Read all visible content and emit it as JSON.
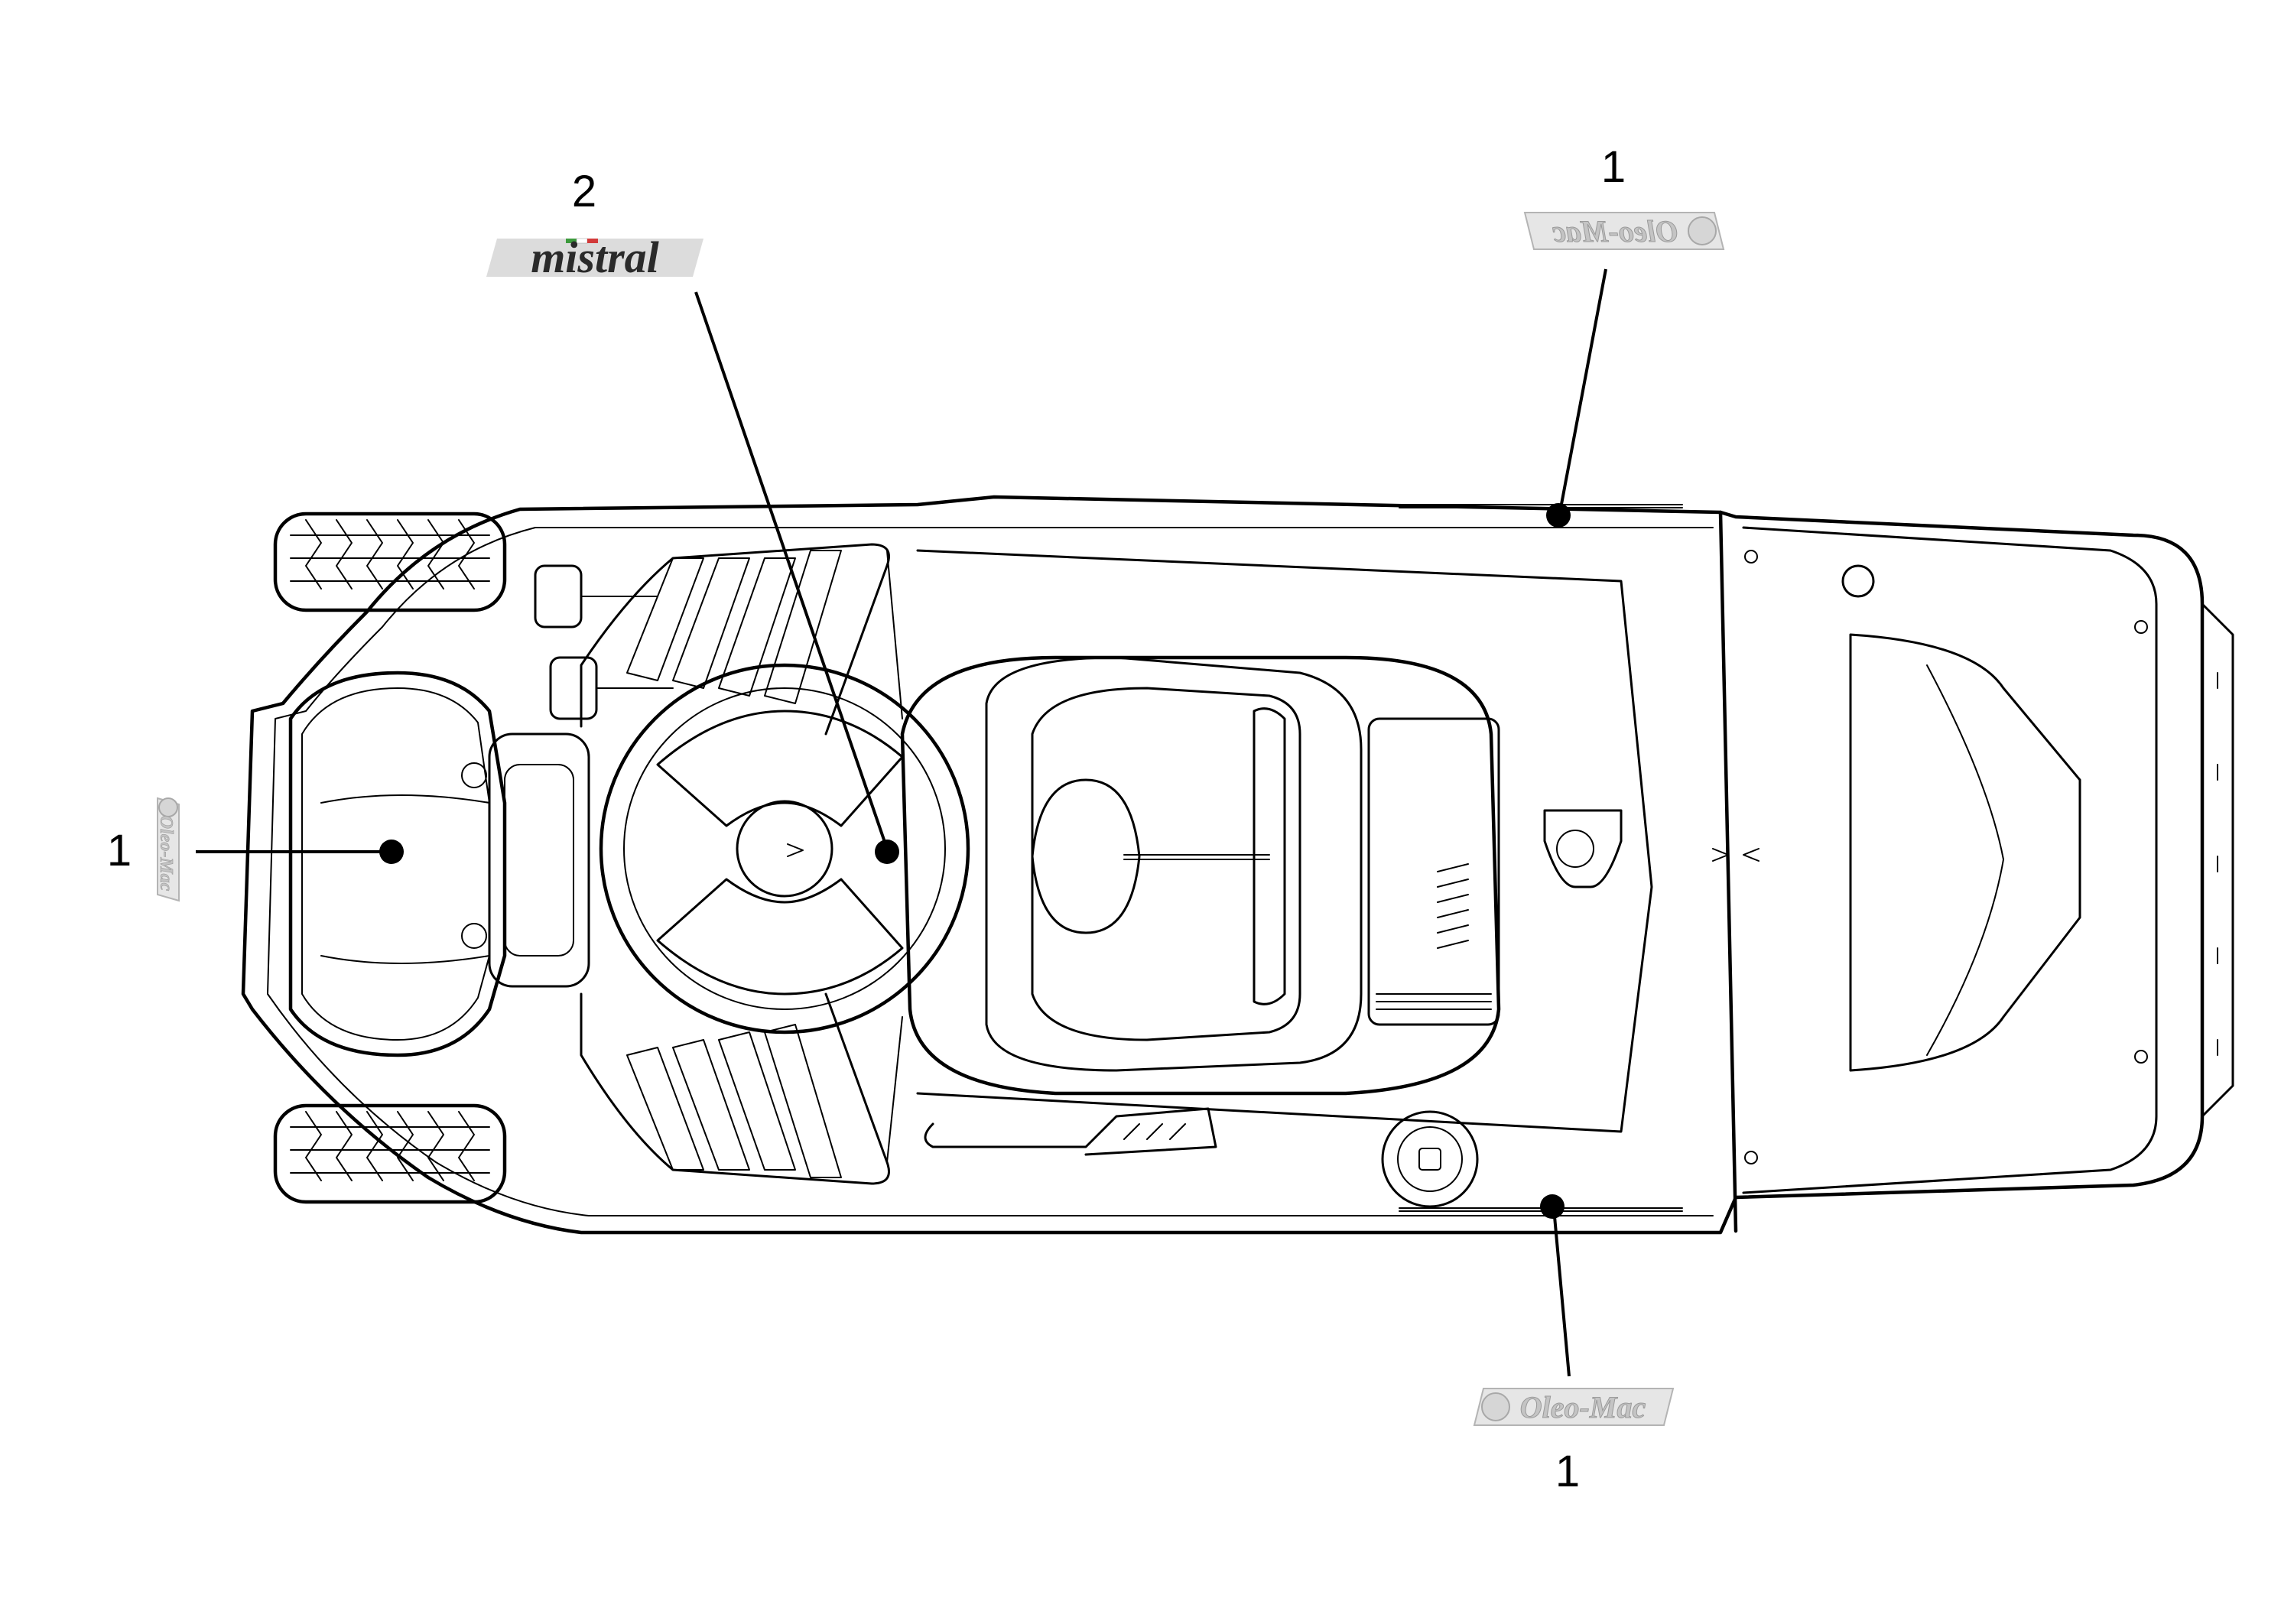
{
  "callouts": [
    {
      "id": "c1-top",
      "number": "1",
      "decal": "Oleo-Mac"
    },
    {
      "id": "c2",
      "number": "2",
      "decal": "mistral"
    },
    {
      "id": "c1-left",
      "number": "1",
      "decal": "Oleo-Mac"
    },
    {
      "id": "c1-bottom",
      "number": "1",
      "decal": "Oleo-Mac"
    }
  ],
  "decals": {
    "oleo_mac": "Oleo-Mac",
    "mistral": "mistral"
  },
  "colors": {
    "line": "#000000",
    "decal_fill": "#e6e6e6",
    "mistral_fill": "#2a2a2a",
    "mistral_flag_green": "#3c9a3c",
    "mistral_flag_red": "#d23a3a"
  }
}
